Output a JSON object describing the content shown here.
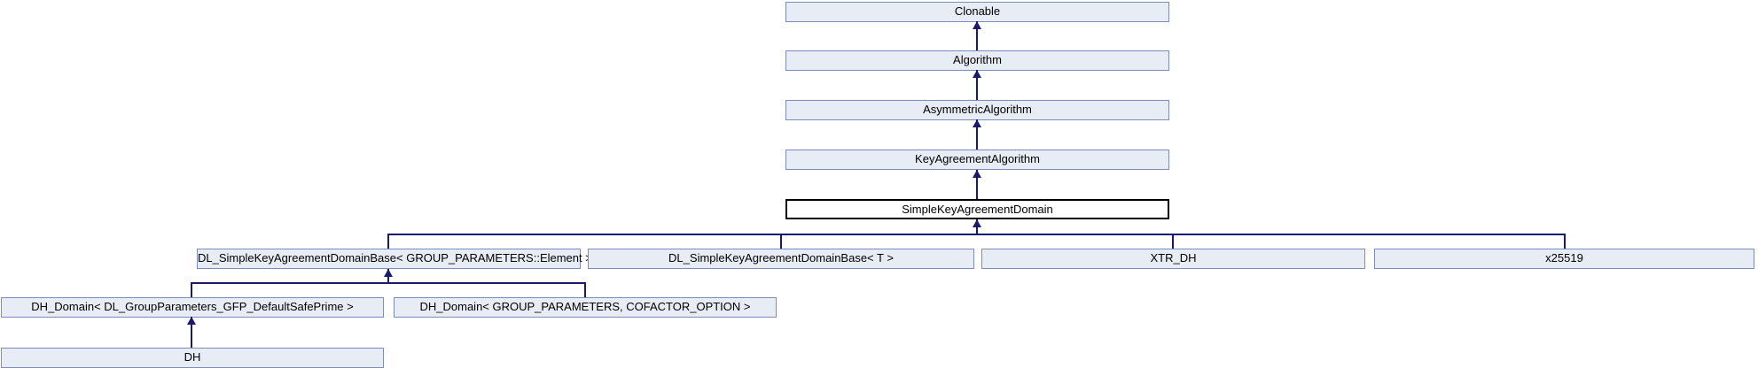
{
  "diagram": {
    "kind": "class-inheritance-graph",
    "colors": {
      "node_fill": "#e8ecf5",
      "node_border": "#7b8cbe",
      "current_node_fill": "#ffffff",
      "current_node_border": "#000000",
      "edge": "#191970",
      "text": "#000000",
      "background": "#ffffff"
    },
    "nodes": {
      "clonable": {
        "label": "Clonable"
      },
      "algorithm": {
        "label": "Algorithm"
      },
      "asymmetric_algorithm": {
        "label": "AsymmetricAlgorithm"
      },
      "key_agreement_algorithm": {
        "label": "KeyAgreementAlgorithm"
      },
      "simple_key_agreement_domain": {
        "label": "SimpleKeyAgreementDomain",
        "current": true
      },
      "dl_simple_key_agreement_domain_base_element": {
        "label": "DL_SimpleKeyAgreementDomainBase< GROUP_PARAMETERS::Element >"
      },
      "dl_simple_key_agreement_domain_base_t": {
        "label": "DL_SimpleKeyAgreementDomainBase< T >"
      },
      "xtr_dh": {
        "label": "XTR_DH"
      },
      "x25519": {
        "label": "x25519"
      },
      "dh_domain_default_safe_prime": {
        "label": "DH_Domain< DL_GroupParameters_GFP_DefaultSafePrime >"
      },
      "dh_domain_cofactor_option": {
        "label": "DH_Domain< GROUP_PARAMETERS, COFACTOR_OPTION >"
      },
      "dh": {
        "label": "DH"
      }
    },
    "edges": [
      {
        "from": "Algorithm",
        "to": "Clonable"
      },
      {
        "from": "AsymmetricAlgorithm",
        "to": "Algorithm"
      },
      {
        "from": "KeyAgreementAlgorithm",
        "to": "AsymmetricAlgorithm"
      },
      {
        "from": "SimpleKeyAgreementDomain",
        "to": "KeyAgreementAlgorithm"
      },
      {
        "from": "DL_SimpleKeyAgreementDomainBase< GROUP_PARAMETERS::Element >",
        "to": "SimpleKeyAgreementDomain"
      },
      {
        "from": "DL_SimpleKeyAgreementDomainBase< T >",
        "to": "SimpleKeyAgreementDomain"
      },
      {
        "from": "XTR_DH",
        "to": "SimpleKeyAgreementDomain"
      },
      {
        "from": "x25519",
        "to": "SimpleKeyAgreementDomain"
      },
      {
        "from": "DH_Domain< DL_GroupParameters_GFP_DefaultSafePrime >",
        "to": "DL_SimpleKeyAgreementDomainBase< GROUP_PARAMETERS::Element >"
      },
      {
        "from": "DH_Domain< GROUP_PARAMETERS, COFACTOR_OPTION >",
        "to": "DL_SimpleKeyAgreementDomainBase< GROUP_PARAMETERS::Element >"
      },
      {
        "from": "DH",
        "to": "DH_Domain< DL_GroupParameters_GFP_DefaultSafePrime >"
      }
    ]
  }
}
